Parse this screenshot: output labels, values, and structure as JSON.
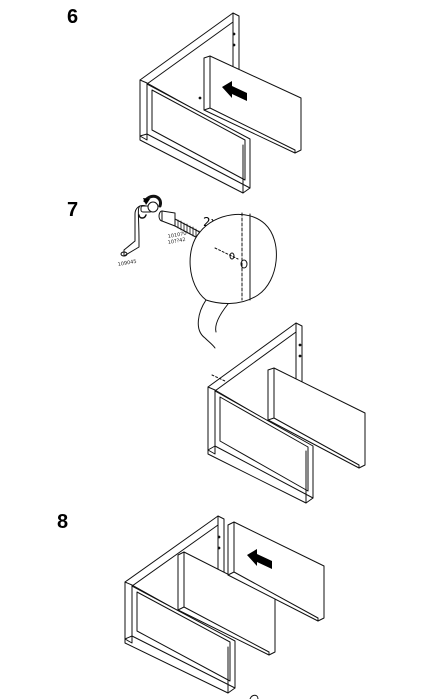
{
  "steps": [
    {
      "number": "6"
    },
    {
      "number": "7",
      "quantity": "2x",
      "part_codes": [
        "109045",
        "101070",
        "10??42"
      ]
    },
    {
      "number": "8"
    }
  ]
}
